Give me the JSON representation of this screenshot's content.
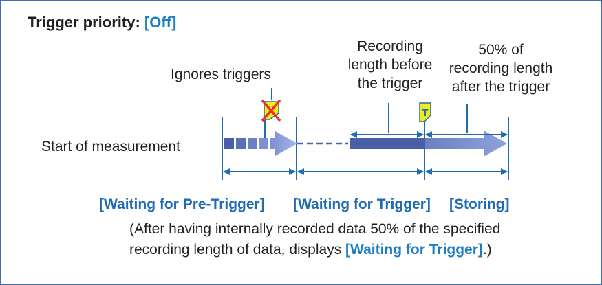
{
  "header": {
    "title": "Trigger priority:",
    "value": "[Off]"
  },
  "labels": {
    "ignores": "Ignores triggers",
    "before": "Recording\nlength before\nthe trigger",
    "after": "50% of\nrecording length\nafter the trigger",
    "start": "Start of measurement"
  },
  "trigger_icon": {
    "letter": "T",
    "fill": "#f3ec18",
    "stroke": "#1f6cb3"
  },
  "ignored_trigger_icon": "crossed-out-trigger-icon",
  "phases": {
    "pretrigger": "[Waiting for Pre-Trigger]",
    "waiting": "[Waiting for Trigger]",
    "storing": "[Storing]"
  },
  "note": {
    "line1": "(After having internally recorded data 50% of the specified",
    "line2_pre": "recording length of data, displays ",
    "line2_hl": "[Waiting for Trigger]",
    "line2_post": ".)"
  },
  "colors": {
    "accent": "#1f6cb3",
    "arrow_light": "#8ea3dc",
    "arrow_dark": "#4d63ad",
    "border": "#3e6fb0"
  }
}
